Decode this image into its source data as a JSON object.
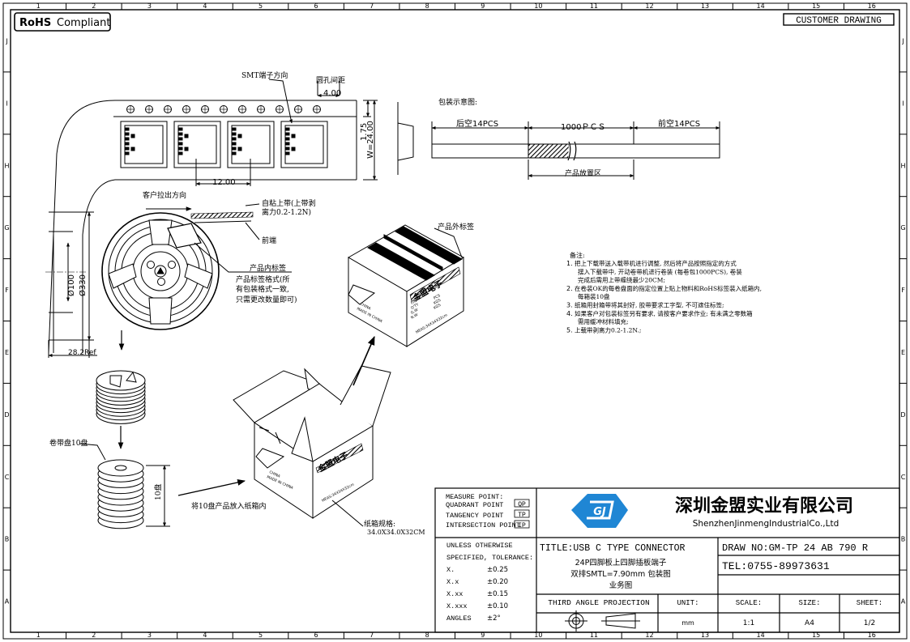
{
  "columns": [
    "1",
    "2",
    "3",
    "4",
    "5",
    "6",
    "7",
    "8",
    "9",
    "10",
    "11",
    "12",
    "13",
    "14",
    "15",
    "16"
  ],
  "rows": [
    "J",
    "I",
    "H",
    "G",
    "F",
    "E",
    "D",
    "C",
    "B",
    "A"
  ],
  "header": {
    "rohs": "RoHS",
    "rohs_suffix": "Compliant",
    "drawing_type": "CUSTOMER DRAWING"
  },
  "tape": {
    "smt_direction": "SMT端子方向",
    "hole_pitch_label": "圆孔间距",
    "hole_pitch": "4.00",
    "pitch": "12.00",
    "edge": "1.75",
    "width": "W=24.00"
  },
  "pack_schematic": {
    "title": "包装示意图:",
    "leader": "后空14PCS",
    "count": "1000ＰＣＳ",
    "trailer": "前空14PCS",
    "zone": "产品放置区"
  },
  "reel": {
    "pull_direction": "客户拉出方向",
    "cover_tape_line1": "自粘上带(上带剥",
    "cover_tape_line2": "离力0.2-1.2N)",
    "front_end": "前端",
    "inner_label": "产品内标签",
    "label_note_line1": "产品标签格式(所",
    "label_note_line2": "有包装格式一致,",
    "label_note_line3": "只需更改数量即可)",
    "d100": "Ø100",
    "d330": "Ø330",
    "width": "28.2Ref"
  },
  "stack": {
    "reels_label": "卷带盘10盘",
    "height_label": "10盘"
  },
  "carton": {
    "outer_label": "产品外标签",
    "instruction": "将10盘产品放入纸箱内",
    "size_label": "纸箱规格:",
    "size": "34.0X34.0X32CM",
    "stamp": "金盟电子",
    "fields": [
      "P/N",
      "Q'TY",
      "G.W",
      "N.W"
    ],
    "values": [
      "PCS",
      "KGS",
      "KGS"
    ],
    "origin": "CHINA",
    "made": "MADE IN CHINA",
    "meas": "MEAS:34X34X32cm"
  },
  "notes": {
    "title": "备注:",
    "items": [
      {
        "num": "1.",
        "lines": [
          "把上下载带送入载带机进行调整, 然后将产品按照指定的方式",
          "摆入下载带中, 开动卷带机进行卷装 (每卷包1000PCS), 卷装",
          "完成后需用上带缠绕最少20CM;"
        ]
      },
      {
        "num": "2.",
        "lines": [
          "在卷装OK的每卷盘面的指定位置上贴上物料和RoHS标签装入纸箱内,",
          "每箱装10盘"
        ]
      },
      {
        "num": "3.",
        "lines": [
          "纸箱用封箱带将其封好, 胶带要求工字型, 不可遮住标签;"
        ]
      },
      {
        "num": "4.",
        "lines": [
          "如果客户对包装标签另有要求, 请按客户要求作业; 有未满之零数箱",
          "需用缓冲材料填充;"
        ]
      },
      {
        "num": "5.",
        "lines": [
          "上载带剥离力0.2-1.2N.;"
        ]
      }
    ]
  },
  "title_block": {
    "measure_point": "MEASURE POINT:",
    "quadrant_point": "QUADRANT POINT",
    "qp": "QP",
    "tangency_point": "TANGENCY POINT",
    "tp": "TP",
    "intersection_point": "INTERSECTION POINT",
    "ip": "IP",
    "logo_text": "GJ",
    "company_cn": "深圳金盟实业有限公司",
    "company_en": "ShenzhenJinmengIndustrialCo.,Ltd",
    "unless": "UNLESS OTHERWISE",
    "specified": "SPECIFIED, TOLERANCE:",
    "tolerances": [
      {
        "k": "X.",
        "v": "±0.25"
      },
      {
        "k": "X.x",
        "v": "±0.20"
      },
      {
        "k": "X.xx",
        "v": "±0.15"
      },
      {
        "k": "X.xxx",
        "v": "±0.10"
      },
      {
        "k": "ANGLES",
        "v": "±2°"
      }
    ],
    "title": "TITLE:USB C TYPE CONNECTOR",
    "desc1": "24P四脚板上四脚插板端子",
    "desc2": "双排SMTL=7.90mm 包装图",
    "desc3": "业务图",
    "draw_no": "DRAW NO:GM-TP 24 AB 790 R",
    "tel": "TEL:0755-89973631",
    "projection": "THIRD ANGLE PROJECTION",
    "unit_label": "UNIT:",
    "unit": "mm",
    "scale_label": "SCALE:",
    "scale": "1:1",
    "size_label": "SIZE:",
    "size": "A4",
    "sheet_label": "SHEET:",
    "sheet": "1/2"
  }
}
